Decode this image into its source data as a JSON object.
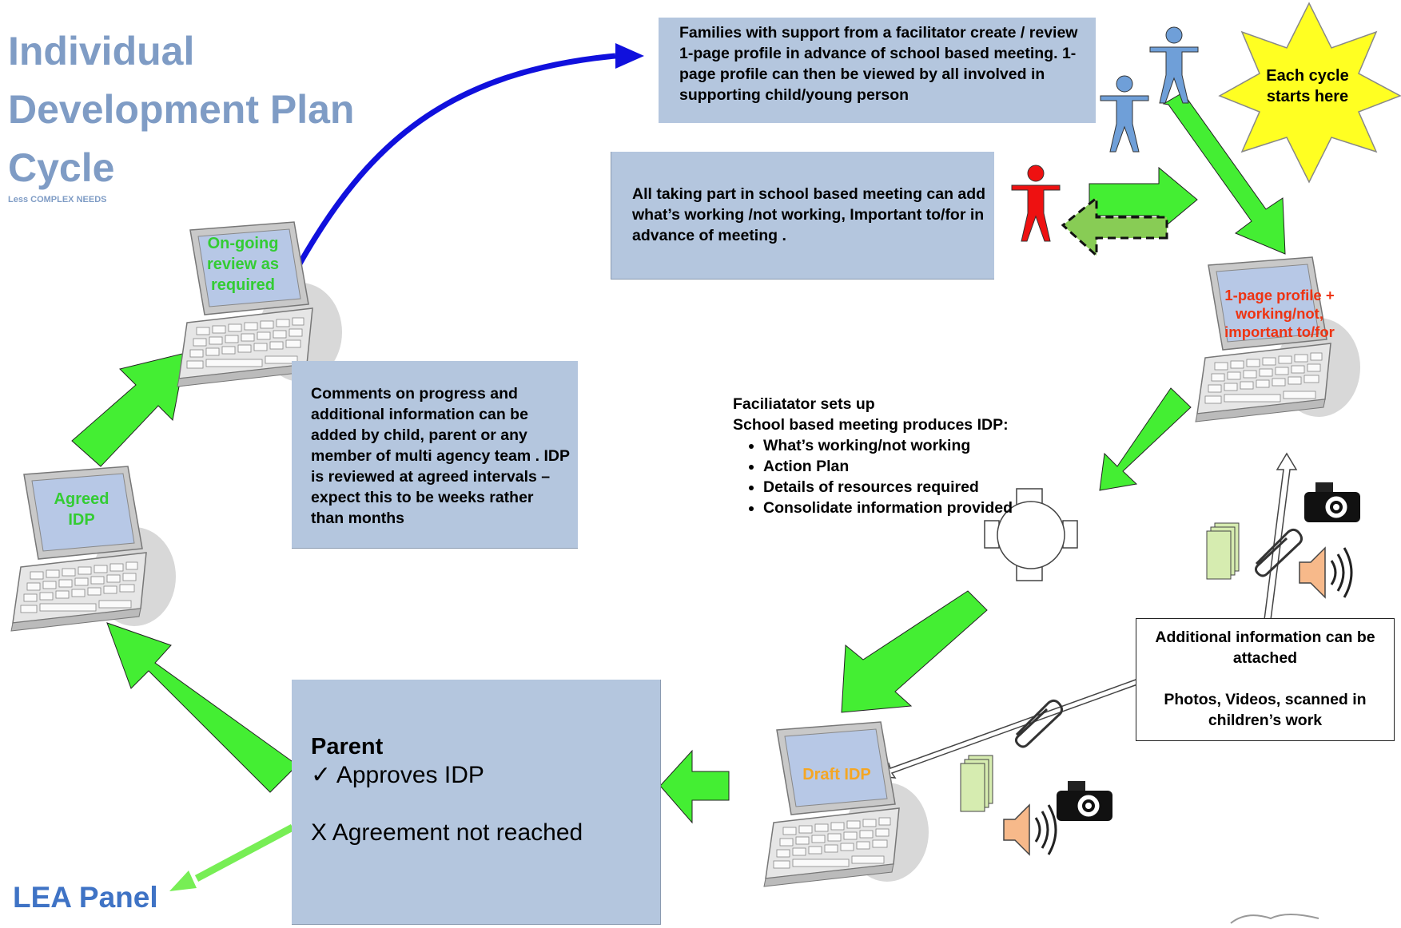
{
  "title": {
    "line1": "Individual",
    "line2": "Development Plan",
    "line3": "Cycle",
    "subtitle": "Less COMPLEX NEEDS"
  },
  "boxes": {
    "families": "Families with support from a facilitator create / review 1-page profile in advance of school based meeting. 1-page profile can then be viewed by all involved in supporting child/young person",
    "school_meeting": "All taking part in school based meeting can add what’s working /not working, Important to/for in advance of meeting .",
    "comments": "Comments on progress and additional information can be added by child, parent or any member of multi agency team . IDP is reviewed at agreed intervals – expect this to be weeks rather than months"
  },
  "parent_box": {
    "heading": "Parent",
    "approves": "✓  Approves IDP",
    "not_agreed": "X Agreement not reached"
  },
  "facilitator": {
    "line1": "Faciliatator sets up",
    "line2": "School based meeting produces IDP:",
    "items": [
      "What’s working/not working",
      "Action Plan",
      "Details of resources required",
      "Consolidate information provided"
    ]
  },
  "additional_info": {
    "line1": "Additional  information can be attached",
    "line2": "Photos, Videos, scanned in children’s work"
  },
  "star": {
    "text": "Each cycle starts here"
  },
  "laptops": {
    "profile": "1-page profile + working/not, important to/for",
    "draft": "Draft IDP",
    "agreed": "Agreed IDP",
    "ongoing": "On-going review as required"
  },
  "lea_panel": "LEA Panel",
  "colors": {
    "title": "#7f9cc5",
    "box_fill": "#b4c6de",
    "green_arrow": "#44ee33",
    "blue_arrow": "#1010dd",
    "profile_label": "#ee3311",
    "draft_label": "#f5a623",
    "green_label": "#33cc33",
    "lea": "#3f73c5",
    "star": "#ffff22"
  }
}
